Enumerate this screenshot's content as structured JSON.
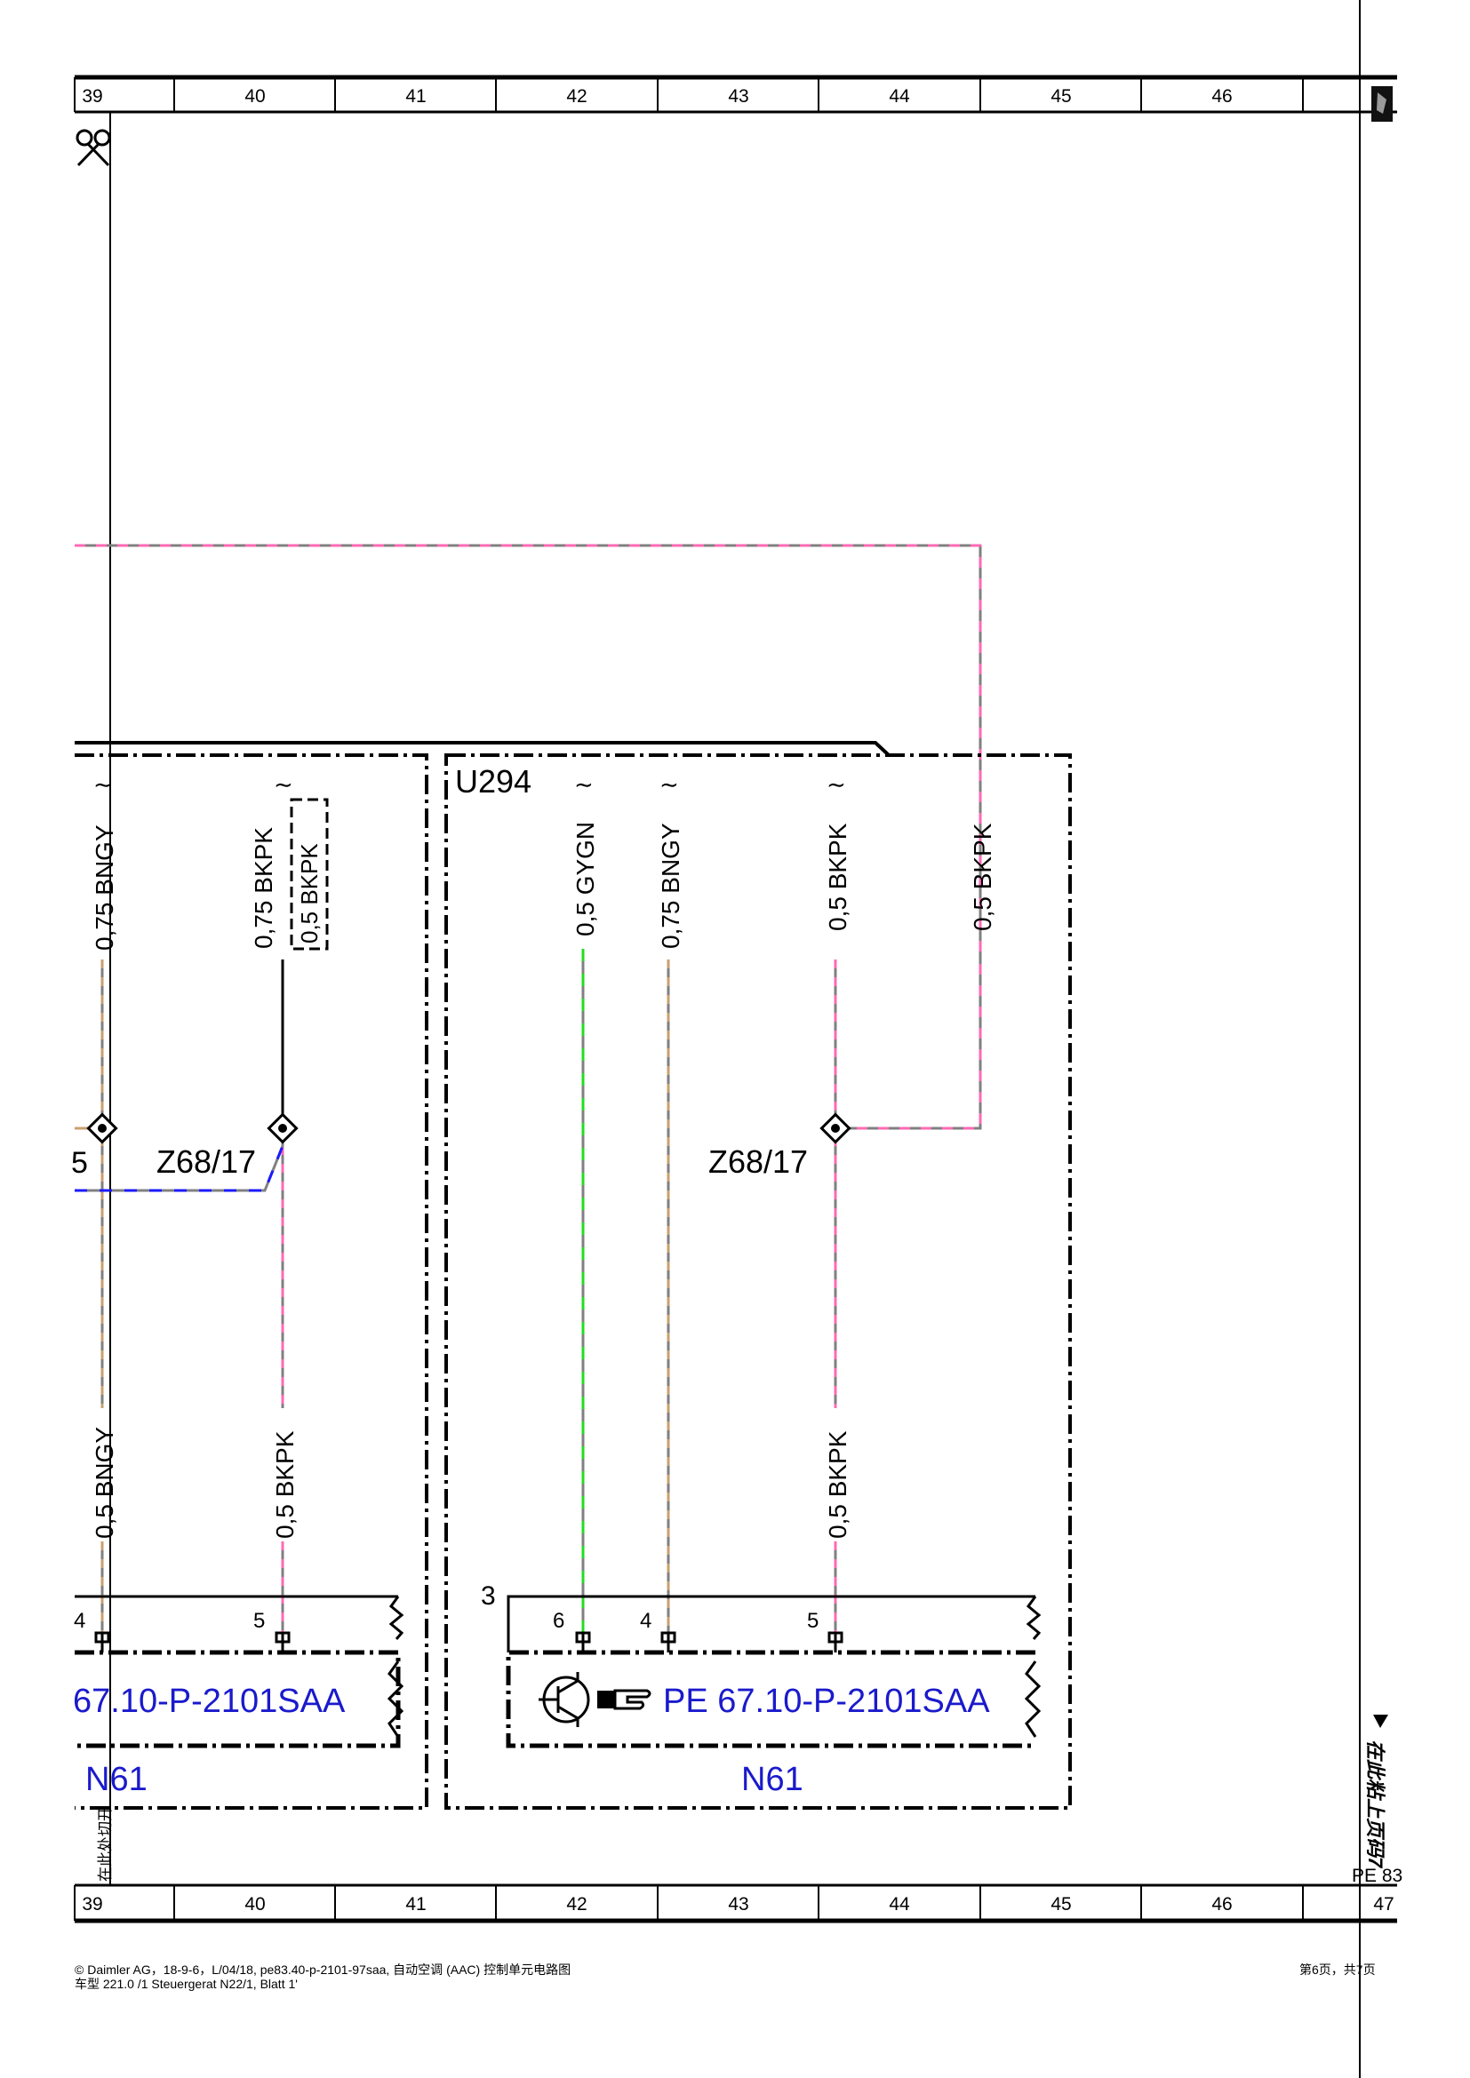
{
  "grid": {
    "columns": [
      "39",
      "40",
      "41",
      "42",
      "43",
      "44",
      "45",
      "46"
    ],
    "bottom_extra": "47"
  },
  "module_left": {
    "wires": [
      "0,75 BNGY",
      "0,75 BKPK",
      "0,5 BKPK",
      "0,5 BNGY",
      "0,5 BKPK"
    ],
    "splice_label": "Z68/17",
    "splice_partial": "5",
    "pins": [
      "4",
      "5"
    ],
    "component_ref": "67.10-P-2101SAA",
    "component": "N61"
  },
  "module_right": {
    "label": "U294",
    "wires": [
      "0,5 GYGN",
      "0,75 BNGY",
      "0,5 BKPK",
      "0,5 BKPK",
      "0,5 BKPK"
    ],
    "splice_label": "Z68/17",
    "connector": "3",
    "pins": [
      "6",
      "4",
      "5"
    ],
    "component_ref": "PE 67.10-P-2101SAA",
    "component": "N61"
  },
  "side_note": "在此粘上页码7",
  "side_ref": "PE 83",
  "left_vertical_note": "在此处切开",
  "footer": {
    "line1": "© Daimler AG，18-9-6，L/04/18, pe83.40-p-2101-97saa, 自动空调 (AAC) 控制单元电路图",
    "line2": "车型 221.0 /1 Steuergerat N22/1, Blatt 1'",
    "page": "第6页，共7页"
  },
  "colors": {
    "frame": "#000000",
    "wire_gray": "#808080",
    "wire_pink": "#ff69b4",
    "wire_green": "#22dd22",
    "wire_brown": "#c8a070",
    "wire_blue": "#1a1aff",
    "ref_blue": "#1a1acc"
  }
}
